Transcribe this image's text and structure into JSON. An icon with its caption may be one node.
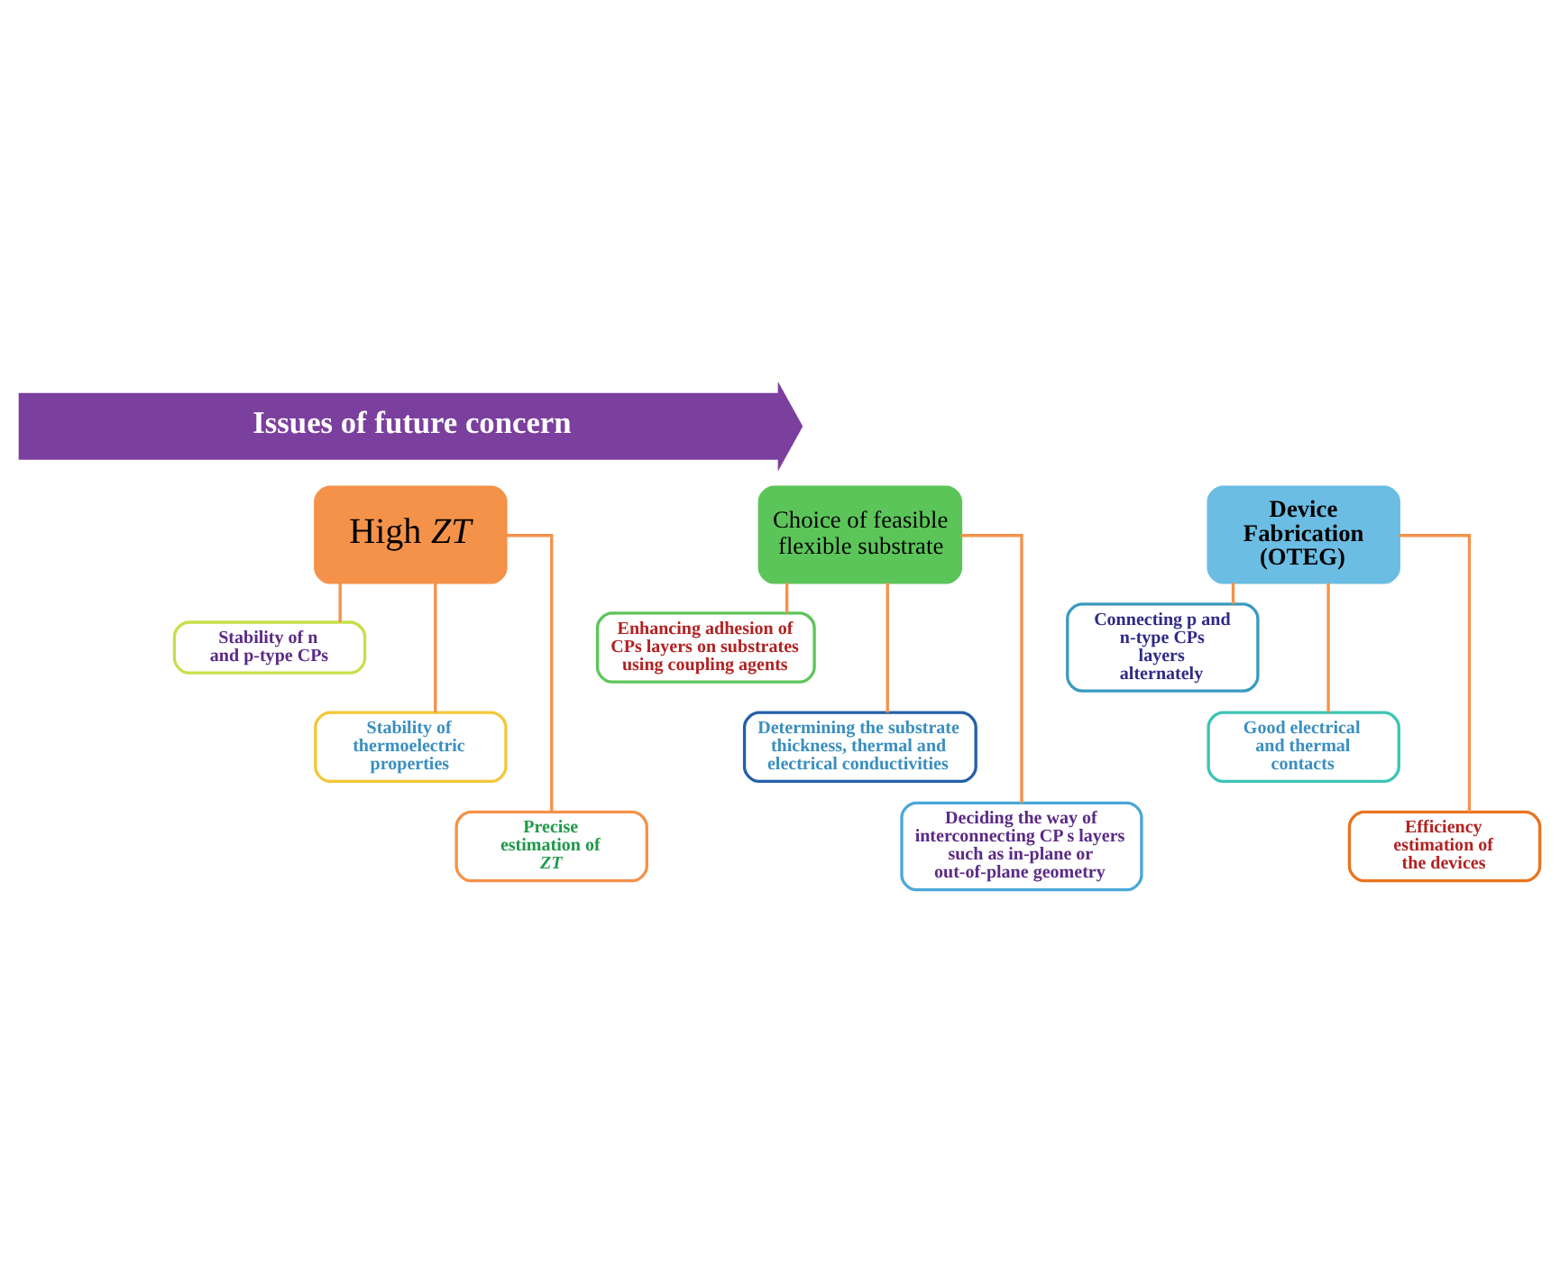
{
  "diagram": {
    "nodes": [
      {
        "text": [
          "Issues of future concern"
        ]
      },
      {
        "text": [
          "High *ZT*"
        ]
      },
      {
        "text": [
          "Stability of n and p-type CPs"
        ]
      },
      {
        "text": [
          "Stability of thermoelectric properties"
        ]
      },
      {
        "text": [
          "Precise estimation of *ZT*"
        ]
      },
      {
        "text": [
          "Choice of feasible flexible substrate"
        ]
      },
      {
        "text": [
          "Enhancing adhesion of CPs layers on substrates using coupling agents"
        ]
      },
      {
        "text": [
          "Determining the substrate thickness, thermal and electrical conductivities"
        ]
      },
      {
        "text": [
          "Deciding the way of interconnecting CP s layers such as in-plane or out-of-plane geometry"
        ]
      },
      {
        "text": [
          "Device Fabrication (OTEG)"
        ]
      },
      {
        "text": [
          "Connecting p and n-type CPs layers alternately"
        ]
      },
      {
        "text": [
          "Good electrical and thermal contacts"
        ]
      },
      {
        "text": [
          "Efficiency estimation of the devices"
        ]
      }
    ],
    "edges": [
      {
        "from": 1,
        "to": 2,
        "arrow": "none"
      },
      {
        "from": 1,
        "to": 3,
        "arrow": "none"
      },
      {
        "from": 1,
        "to": 4,
        "arrow": "none"
      },
      {
        "from": 5,
        "to": 6,
        "arrow": "none"
      },
      {
        "from": 5,
        "to": 7,
        "arrow": "none"
      },
      {
        "from": 5,
        "to": 8,
        "arrow": "none"
      },
      {
        "from": 9,
        "to": 10,
        "arrow": "none"
      },
      {
        "from": 9,
        "to": 11,
        "arrow": "none"
      },
      {
        "from": 9,
        "to": 12,
        "arrow": "none"
      }
    ]
  }
}
